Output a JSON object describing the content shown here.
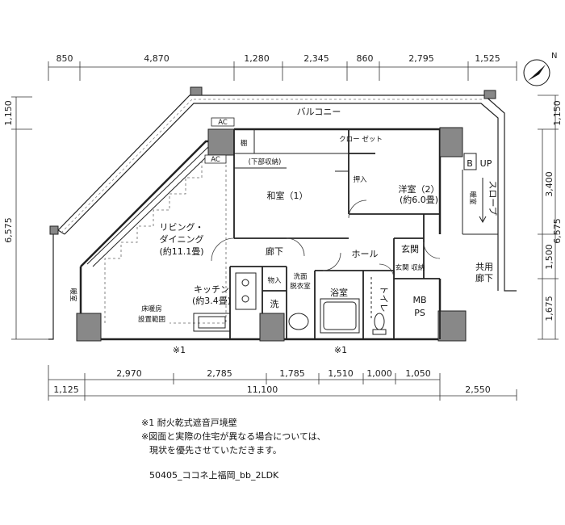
{
  "top_dims": [
    "850",
    "4,870",
    "1,280",
    "2,345",
    "860",
    "2,795",
    "1,525"
  ],
  "bottom_dims_row1": [
    "2,970",
    "2,785",
    "1,785",
    "1,510",
    "1,000",
    "1,050"
  ],
  "bottom_dims_row2": [
    "1,125",
    "11,100",
    "2,550"
  ],
  "left_dims": [
    "1,150",
    "6,575"
  ],
  "right_dims": [
    "1,150",
    "3,400",
    "6,575",
    "1,500",
    "1,675"
  ],
  "rooms": {
    "balcony": "バルコニー",
    "closet": "クロー ゼット",
    "tokonoma": "棚",
    "lower_storage": "(下部収納)",
    "washitsu": "和室（1）",
    "oshiire": "押入",
    "youshitsu": "洋室（2）",
    "youshitsu_size": "(約6.0畳)",
    "living_line1": "リビング・",
    "living_line2": "ダイニング",
    "living_size": "(約11.1畳)",
    "hallway": "廊下",
    "hall": "ホール",
    "genkan": "玄関",
    "genkan_storage": "玄関 収納",
    "kitchen": "キッチン",
    "kitchen_size": "(約3.4畳)",
    "storage": "物入",
    "washroom_line1": "洗面",
    "washroom_line2": "脱衣室",
    "bath": "浴室",
    "toilet": "トイレ",
    "wash": "洗",
    "floor_heating_line1": "床暖房",
    "floor_heating_line2": "設置範囲",
    "danro_left": "暖室",
    "danro_right": "暖室",
    "slope": "スロープ",
    "up": "UP",
    "b_mark": "B",
    "common_hall_line1": "共用",
    "common_hall_line2": "廊下",
    "mb": "MB",
    "ps": "PS",
    "ac1": "AC",
    "ac2": "AC",
    "star1": "※1",
    "star2": "※1"
  },
  "compass": "N",
  "notes": {
    "line1": "※1 耐火乾式遮音戸境壁",
    "line2": "※図面と実際の住宅が異なる場合については、",
    "line3": "現状を優先させていただきます。",
    "plan_id": "50405_ココネ上福岡_bb_2LDK"
  }
}
